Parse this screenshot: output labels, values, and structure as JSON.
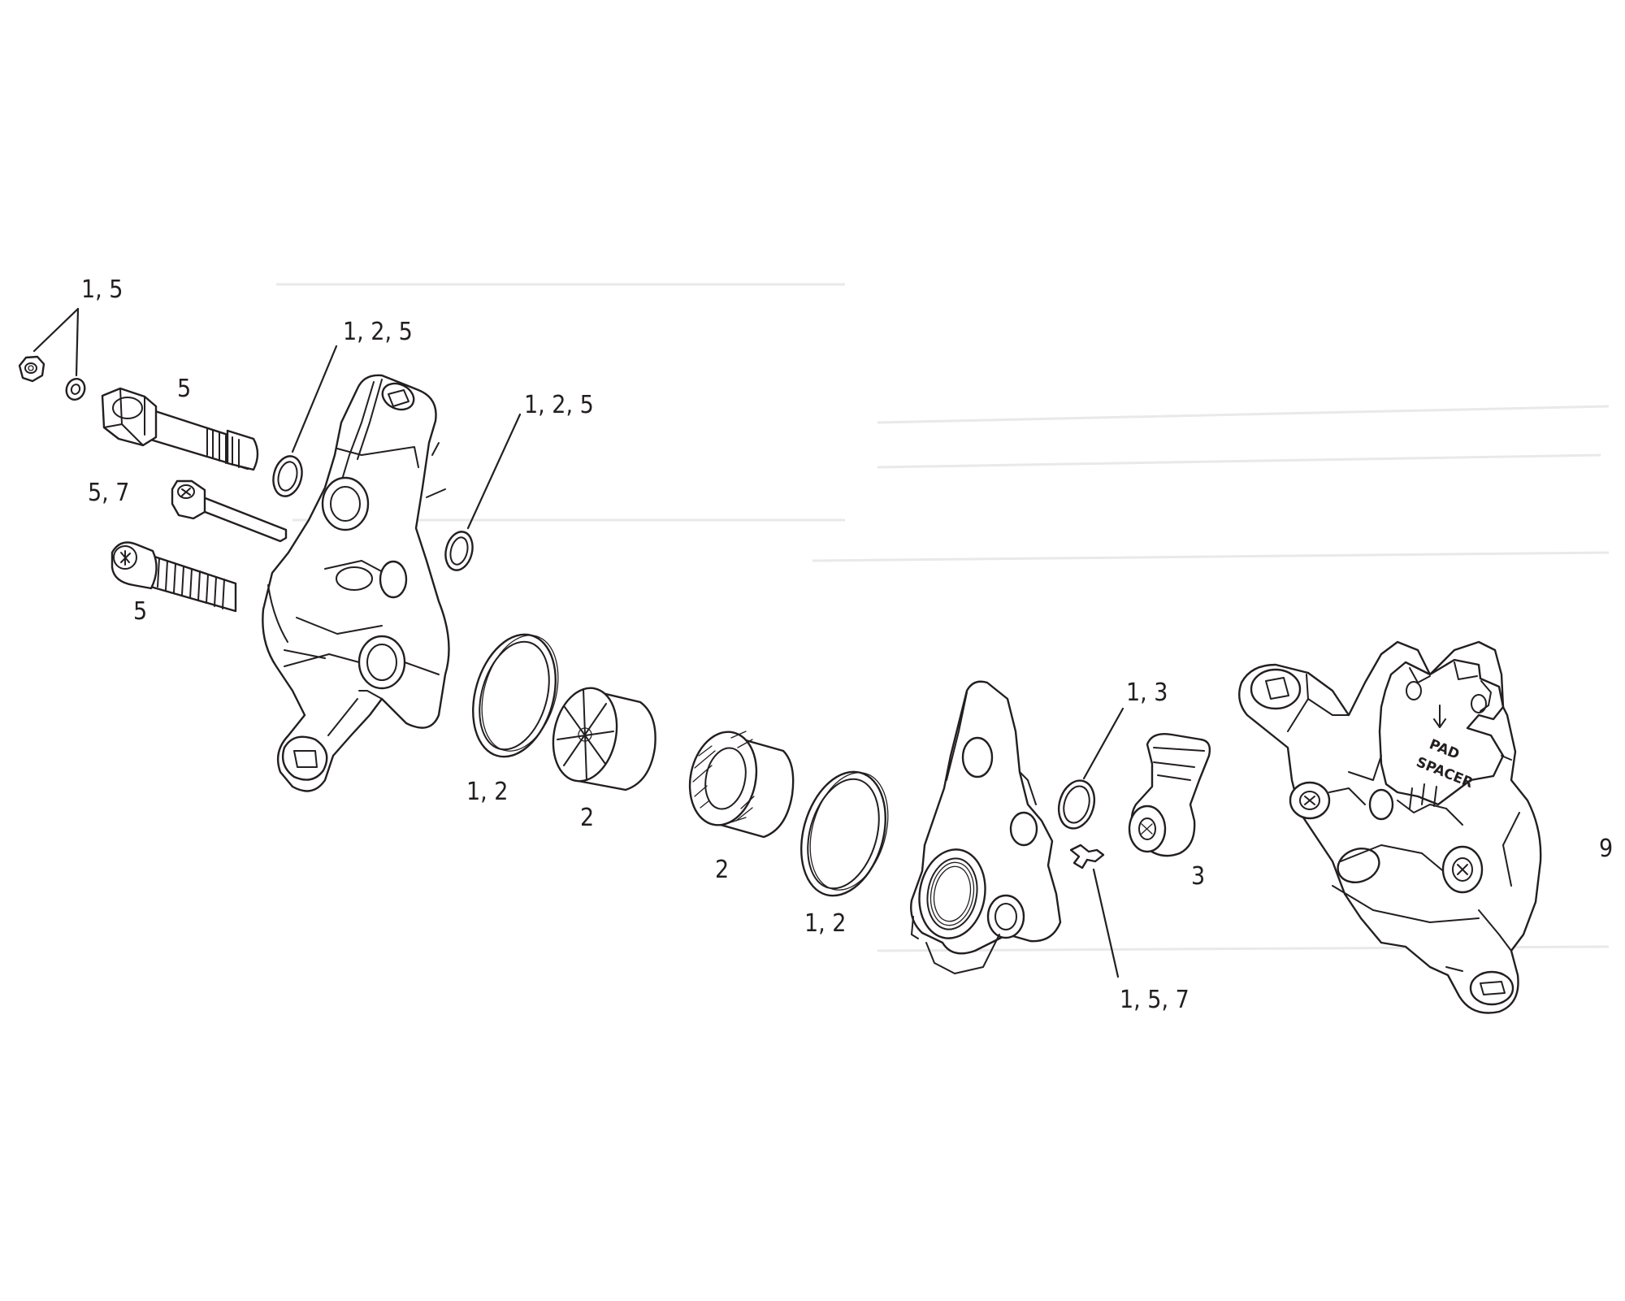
{
  "callouts": {
    "washer_nut": "1, 5",
    "washer_upper": "1, 2, 5",
    "washer_mid": "1, 2, 5",
    "banjo_bolt": "5",
    "bleed_screw": "5, 7",
    "mount_bolt": "5",
    "seal_left": "1, 2",
    "piston_left": "2",
    "piston_right": "2",
    "seal_right": "1, 2",
    "crush_washer": "1, 3",
    "hose_clip": "1, 5, 7",
    "hose_fitting": "3",
    "caliper_assembly": "9"
  },
  "pad_spacer": {
    "line1": "PAD",
    "line2": "SPACER"
  },
  "colors": {
    "line": "#231f20",
    "background": "#ffffff"
  }
}
